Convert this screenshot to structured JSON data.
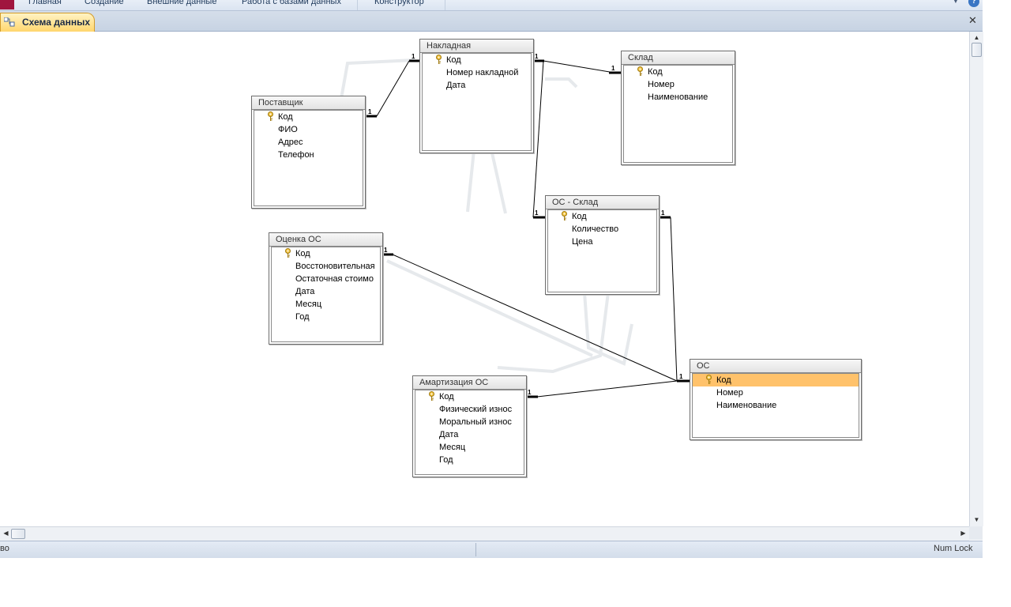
{
  "ribbon": {
    "tabs": [
      "Главная",
      "Создание",
      "Внешние данные",
      "Работа с базами данных",
      "Конструктор"
    ]
  },
  "document": {
    "tab_label": "Схема данных"
  },
  "relation_label": "1",
  "tables": [
    {
      "id": "postavshchik",
      "title": "Поставщик",
      "fields": [
        "Код",
        "ФИО",
        "Адрес",
        "Телефон"
      ],
      "key_field": 0
    },
    {
      "id": "nakladnaya",
      "title": "Накладная",
      "fields": [
        "Код",
        "Номер накладной",
        "Дата"
      ],
      "key_field": 0
    },
    {
      "id": "sklad",
      "title": "Склад",
      "fields": [
        "Код",
        "Номер",
        "Наименование"
      ],
      "key_field": 0
    },
    {
      "id": "os-sklad",
      "title": "ОС - Склад",
      "fields": [
        "Код",
        "Количество",
        "Цена"
      ],
      "key_field": 0
    },
    {
      "id": "otsenka-os",
      "title": "Оценка ОС",
      "fields": [
        "Код",
        "Восстоновительная",
        "Остаточная стоимо",
        "Дата",
        "Месяц",
        "Год"
      ],
      "key_field": 0
    },
    {
      "id": "amortizatsiya-os",
      "title": "Амартизация ОС",
      "fields": [
        "Код",
        "Физический износ",
        "Моральный износ",
        "Дата",
        "Месяц",
        "Год"
      ],
      "key_field": 0
    },
    {
      "id": "os",
      "title": "ОС",
      "fields": [
        "Код",
        "Номер",
        "Наименование"
      ],
      "key_field": 0,
      "selected_field": 0
    }
  ],
  "status": {
    "left": "во",
    "num_lock": "Num Lock"
  },
  "colors": {
    "selected_field": "#ffc26b",
    "doc_tab": "#ffd66e",
    "file_button": "#a0153e"
  }
}
